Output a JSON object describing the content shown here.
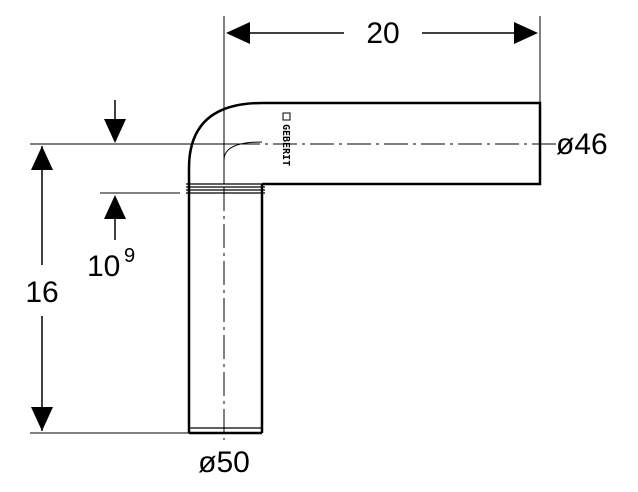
{
  "dimensions": {
    "width_top": "20",
    "height_left": "16",
    "offset_main": "10",
    "offset_sup": "9",
    "diameter_right": "ø46",
    "diameter_bottom": "ø50"
  },
  "branding": {
    "label": "GEBERIT"
  },
  "colors": {
    "line": "#000000",
    "background": "#ffffff"
  }
}
